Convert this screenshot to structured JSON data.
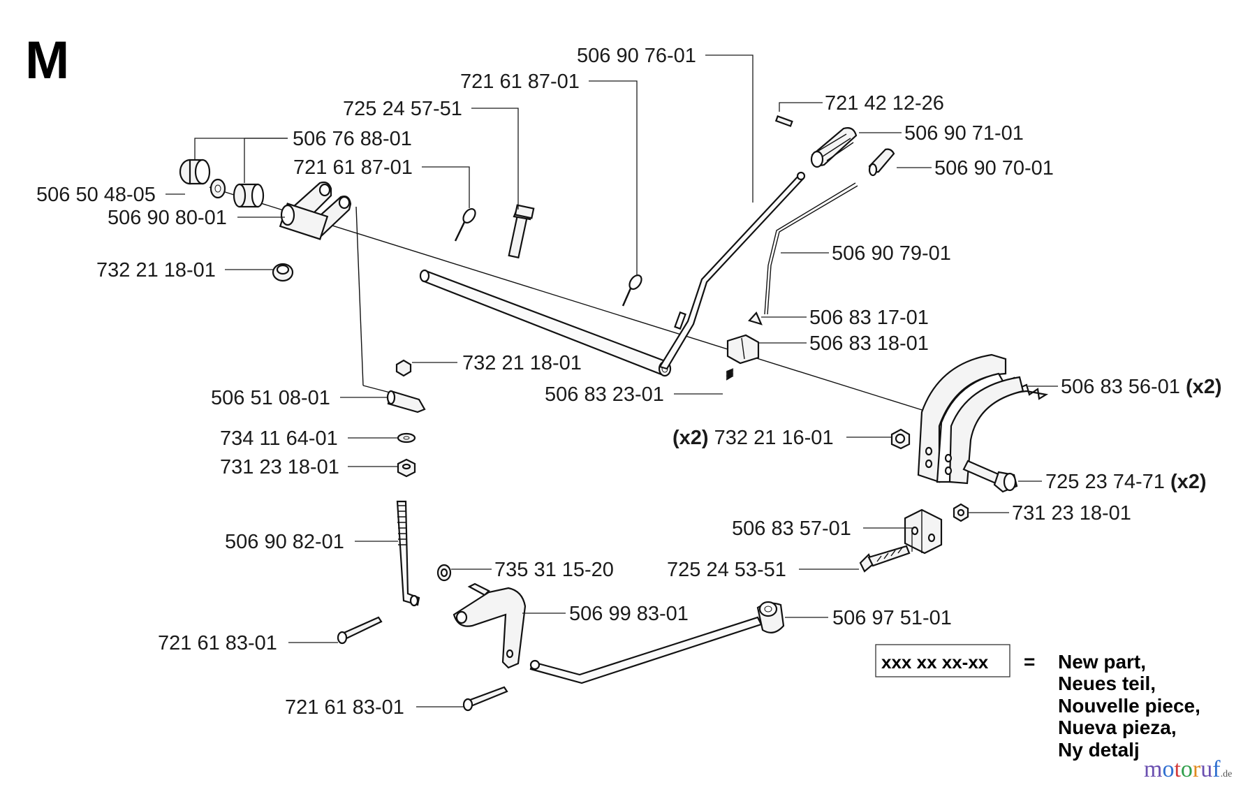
{
  "section_letter": "M",
  "callouts": {
    "c01": "506 90 76-01",
    "c02": "721 61 87-01",
    "c03": "725 24 57-51",
    "c04": "721 42 12-26",
    "c05": "506 76 88-01",
    "c06": "506 90 71-01",
    "c07": "721 61 87-01",
    "c08": "506 90 70-01",
    "c09": "506 50 48-05",
    "c10": "506 90 80-01",
    "c11": "506 90 79-01",
    "c12": "732 21 18-01",
    "c13": "506 83 17-01",
    "c14": "506 83 18-01",
    "c15": "732 21 18-01",
    "c16": "506 83 56-01",
    "c16_qty": "(x2)",
    "c17": "506 83 23-01",
    "c18": "506 51 08-01",
    "c19_qty": "(x2)",
    "c19": "732 21 16-01",
    "c20": "734 11 64-01",
    "c21": "725 23 74-71",
    "c21_qty": "(x2)",
    "c22": "731 23 18-01",
    "c23": "731 23 18-01",
    "c24": "506 83 57-01",
    "c25": "506 90 82-01",
    "c26": "735 31 15-20",
    "c27": "725 24 53-51",
    "c28": "506 99 83-01",
    "c29": "506 97 51-01",
    "c30": "721 61 83-01",
    "c31": "721 61 83-01"
  },
  "legend": {
    "sample": "xxx xx xx-xx",
    "equals": "=",
    "lines": [
      "New part,",
      "Neues teil,",
      "Nouvelle piece,",
      "Nueva pieza,",
      "Ny detalj"
    ]
  },
  "watermark": {
    "brand": "motoruf",
    "suffix": ".de",
    "colors": [
      "#6a4fb0",
      "#2f6fd0",
      "#d23c3c",
      "#2f9e4a",
      "#e08a1e"
    ]
  }
}
